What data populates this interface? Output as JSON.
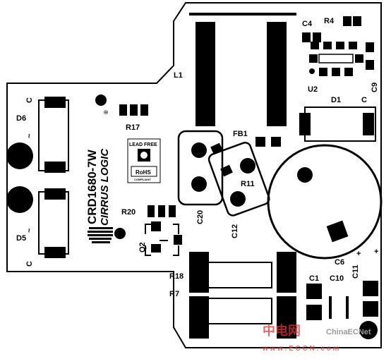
{
  "board": {
    "part_number": "CRD1680-7W",
    "brand": "CIRRUS LOGIC",
    "brand_mark": "®",
    "lead_free_badge": {
      "title": "LEAD FREE",
      "rohs": "RoHS",
      "sub": "COMPLIANT"
    }
  },
  "labels": {
    "l1": "L1",
    "c4": "C4",
    "r4": "R4",
    "u2": "U2",
    "c9": "C9",
    "d1": "D1",
    "c_d1": "C",
    "fb1": "FB1",
    "r17": "R17",
    "d6": "D6",
    "c_d6": "C",
    "d5": "D5",
    "c_d5": "C",
    "r20": "R20",
    "q2": "Q2",
    "c20": "C20",
    "c12": "C12",
    "r11": "R11",
    "c6": "C6",
    "c11": "C11",
    "c1": "C1",
    "c10": "C10",
    "r18": "R18",
    "r7": "R7",
    "tilde1": "~",
    "tilde2": "~",
    "plus1": "+",
    "plus2": "+"
  },
  "watermark": {
    "chinese": "中电网",
    "site": "ChinaECNet",
    "url": "w w w . E C C N . c o m"
  },
  "colors": {
    "silkscreen": "#000000",
    "board": "#ffffff",
    "watermark_red": "#e63232",
    "watermark_grey": "#9a9a9a"
  }
}
